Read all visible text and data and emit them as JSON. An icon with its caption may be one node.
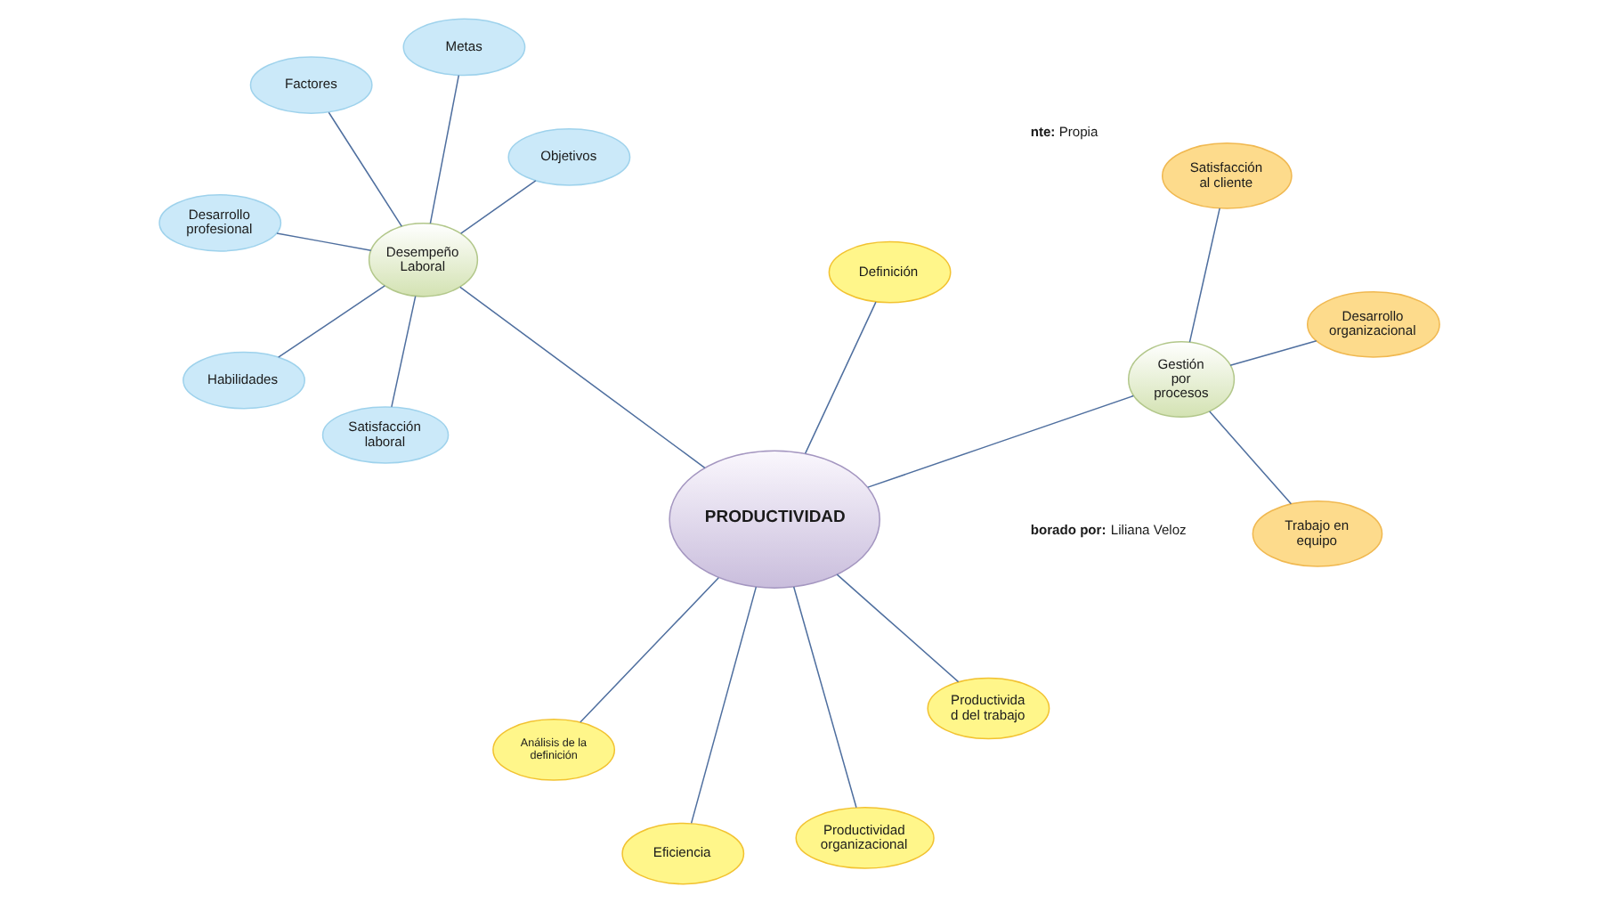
{
  "diagram": {
    "nodes": [
      {
        "text": [
          "PRODUCTIVIDAD"
        ]
      },
      {
        "text": [
          "Definición"
        ]
      },
      {
        "text": [
          "Productivida d del trabajo"
        ]
      },
      {
        "text": [
          "Eficiencia"
        ]
      },
      {
        "text": [
          "Análisis de la definición"
        ]
      },
      {
        "text": [
          "Productividad organizacional"
        ]
      },
      {
        "text": [
          "Gestión por procesos"
        ]
      },
      {
        "text": [
          "Satisfacción al cliente"
        ]
      },
      {
        "text": [
          "Trabajo en equipo"
        ]
      },
      {
        "text": [
          "Desarrollo organizacional"
        ]
      },
      {
        "text": [
          "Desempeño Laboral"
        ]
      },
      {
        "text": [
          "Satisfacción laboral"
        ]
      },
      {
        "text": [
          "Factores"
        ]
      },
      {
        "text": [
          "Desarrollo profesional"
        ]
      },
      {
        "text": [
          "Habilidades"
        ]
      },
      {
        "text": [
          "Objetivos"
        ]
      },
      {
        "text": [
          "Metas"
        ]
      }
    ],
    "edges": [
      {
        "from": 0,
        "to": 1,
        "arrow": "none"
      },
      {
        "from": 0,
        "to": 2,
        "arrow": "none"
      },
      {
        "from": 0,
        "to": 3,
        "arrow": "none"
      },
      {
        "from": 0,
        "to": 4,
        "arrow": "none"
      },
      {
        "from": 0,
        "to": 5,
        "arrow": "none"
      },
      {
        "from": 0,
        "to": 6,
        "arrow": "none"
      },
      {
        "from": 0,
        "to": 10,
        "arrow": "none"
      },
      {
        "from": 6,
        "to": 7,
        "arrow": "none"
      },
      {
        "from": 6,
        "to": 8,
        "arrow": "none"
      },
      {
        "from": 6,
        "to": 9,
        "arrow": "none"
      },
      {
        "from": 10,
        "to": 11,
        "arrow": "none"
      },
      {
        "from": 10,
        "to": 12,
        "arrow": "none"
      },
      {
        "from": 10,
        "to": 13,
        "arrow": "none"
      },
      {
        "from": 10,
        "to": 14,
        "arrow": "none"
      },
      {
        "from": 10,
        "to": 15,
        "arrow": "none"
      },
      {
        "from": 10,
        "to": 16,
        "arrow": "none"
      }
    ],
    "labels": [
      "**nte:** Propia",
      "**borado por:** Liliana Veloz"
    ]
  }
}
